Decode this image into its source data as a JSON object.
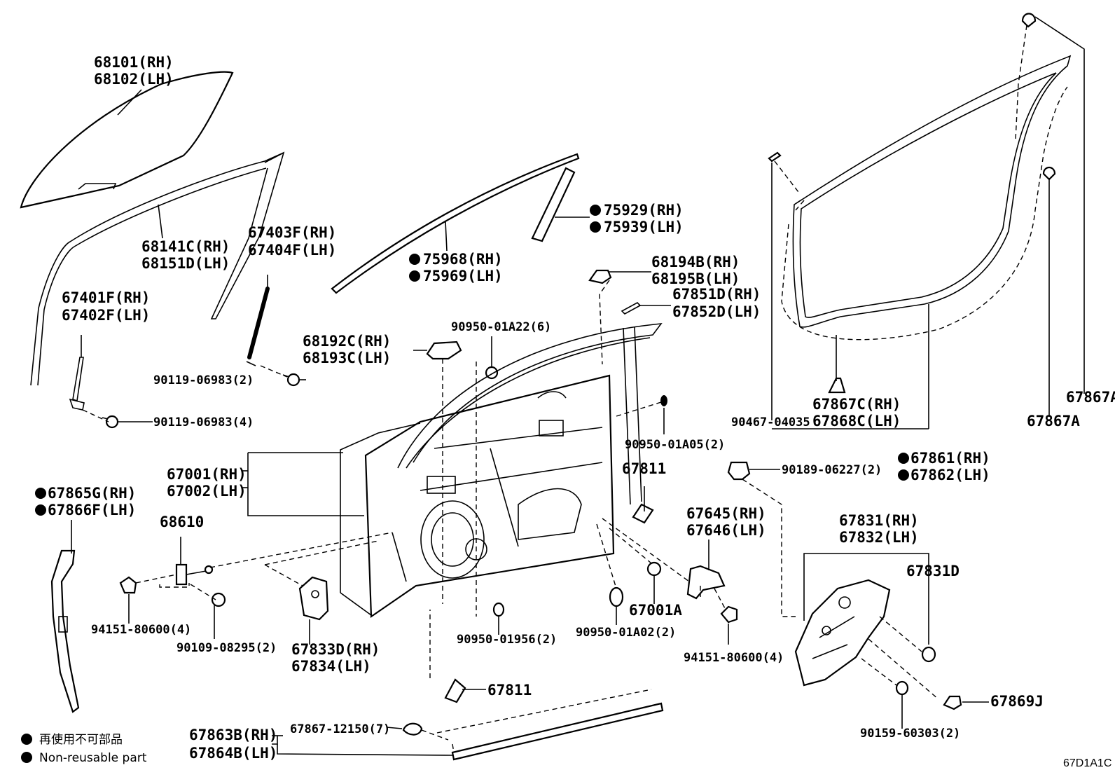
{
  "labels": {
    "p68101": "68101(RH)",
    "p68102": "68102(LH)",
    "p68141": "68141C(RH)",
    "p68151": "68151D(LH)",
    "p67403": "67403F(RH)",
    "p67404": "67404F(LH)",
    "p67401": "67401F(RH)",
    "p67402": "67402F(LH)",
    "p90119a": "90119-06983(2)",
    "p90119b": "90119-06983(4)",
    "p75968": "75968(RH)",
    "p75969": "75969(LH)",
    "p75929": "75929(RH)",
    "p75939": "75939(LH)",
    "p68194": "68194B(RH)",
    "p68195": "68195B(LH)",
    "p67851": "67851D(RH)",
    "p67852": "67852D(LH)",
    "p68192": "68192C(RH)",
    "p68193": "68193C(LH)",
    "p90950a22": "90950-01A22(6)",
    "p90950a05": "90950-01A05(2)",
    "p67001": "67001(RH)",
    "p67002": "67002(LH)",
    "p67811a": "67811",
    "p67865": "67865G(RH)",
    "p67866": "67866F(LH)",
    "p68610": "68610",
    "p94151a": "94151-80600(4)",
    "p90109": "90109-08295(2)",
    "p67833": "67833D(RH)",
    "p67834": "67834(LH)",
    "p90950_956": "90950-01956(2)",
    "p90950a02": "90950-01A02(2)",
    "p67001A": "67001A",
    "p67645": "67645(RH)",
    "p67646": "67646(LH)",
    "p94151b": "94151-80600(4)",
    "p67811b": "67811",
    "p67863": "67863B(RH)",
    "p67864": "67864B(LH)",
    "p67867_12150": "67867-12150(7)",
    "p67867C": "67867C(RH)",
    "p67868C": "67868C(LH)",
    "p90467": "90467-04035",
    "p67867A_a": "67867A",
    "p67867A_b": "67867A",
    "p67861": "67861(RH)",
    "p67862": "67862(LH)",
    "p90189": "90189-06227(2)",
    "p67831": "67831(RH)",
    "p67832": "67832(LH)",
    "p67831D": "67831D",
    "p67869J": "67869J",
    "p90159": "90159-60303(2)"
  },
  "legend": {
    "cn": "再使用不可部品",
    "en": "Non-reusable part"
  },
  "diagram_code": "67D1A1C"
}
